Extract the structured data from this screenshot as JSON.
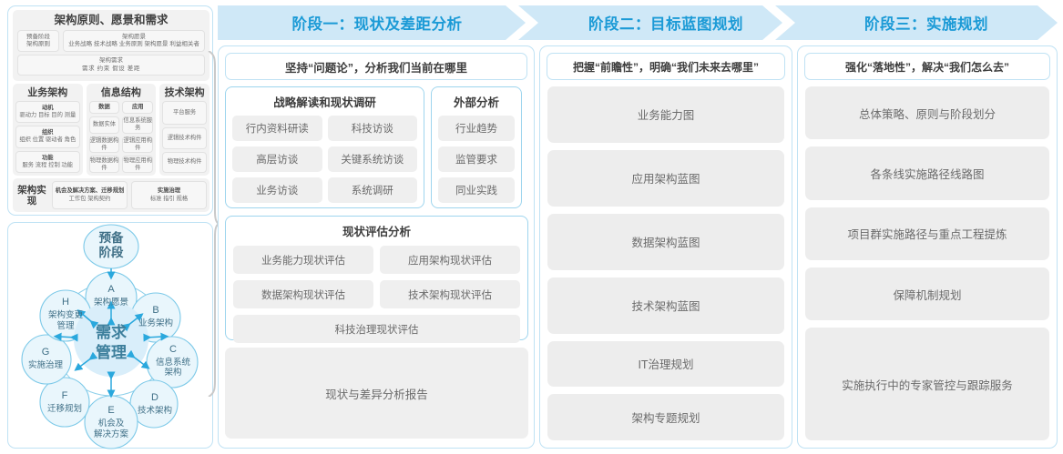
{
  "left_framework": {
    "title_block": {
      "heading": "架构原则、愿景和需求",
      "prep": {
        "line1": "预备阶段",
        "line2": "架构原则"
      },
      "vision": {
        "line1": "架构愿景",
        "line2": "业务战略 技术战略 业务原则 架构愿景 利益相关者"
      },
      "requirement": {
        "line1": "架构需求",
        "line2": "需求  约束  假设  差距"
      }
    },
    "columns": [
      {
        "title": "业务架构",
        "cells": [
          {
            "head": "动机",
            "body": "驱动力 目标 目的 测量"
          },
          {
            "head": "组织",
            "body": "组织 位置 驱动者 角色"
          },
          {
            "head": "功能",
            "body": "服务 流程 控制 功能"
          }
        ]
      },
      {
        "title": "信息结构",
        "sub": [
          {
            "head": "数据",
            "cells": [
              "数据实体",
              "逻辑数据构件",
              "物理数据构件"
            ]
          },
          {
            "head": "应用",
            "cells": [
              "信息系统服务",
              "逻辑应用构件",
              "物理应用构件"
            ]
          }
        ]
      },
      {
        "title": "技术架构",
        "cells": [
          "平台服务",
          "逻辑技术构件",
          "物理技术构件"
        ]
      }
    ],
    "realization": {
      "label": "架构实现",
      "items": [
        {
          "head": "机会及解决方案、迁移规划",
          "body": "工作包 架构契约"
        },
        {
          "head": "实施治理",
          "body": "标准 指引 规格"
        }
      ]
    }
  },
  "adm_cycle": {
    "preliminary": "预备阶段",
    "center": "需求管理",
    "nodes": [
      {
        "key": "A",
        "label": "架构愿景"
      },
      {
        "key": "B",
        "label": "业务架构"
      },
      {
        "key": "C",
        "label": "信息系统架构"
      },
      {
        "key": "D",
        "label": "技术架构"
      },
      {
        "key": "E",
        "label": "机会及解决方案"
      },
      {
        "key": "F",
        "label": "迁移规划"
      },
      {
        "key": "G",
        "label": "实施治理"
      },
      {
        "key": "H",
        "label": "架构变更管理"
      }
    ]
  },
  "phases": [
    {
      "header": "阶段一：现状及差距分析",
      "slogan": "坚持“问题论”，分析我们当前在哪里"
    },
    {
      "header": "阶段二：目标蓝图规划",
      "slogan": "把握“前瞻性”，明确“我们未来去哪里”"
    },
    {
      "header": "阶段三：实施规划",
      "slogan": "强化“落地性”，解决“我们怎么去”"
    }
  ],
  "phase1": {
    "strategy": {
      "title": "战略解读和现状调研",
      "items": [
        "行内资料研读",
        "科技访谈",
        "高层访谈",
        "关键系统访谈",
        "业务访谈",
        "系统调研"
      ]
    },
    "external": {
      "title": "外部分析",
      "items": [
        "行业趋势",
        "监管要求",
        "同业实践"
      ]
    },
    "assessment": {
      "title": "现状评估分析",
      "items": [
        "业务能力现状评估",
        "应用架构现状评估",
        "数据架构现状评估",
        "技术架构现状评估"
      ],
      "full_item": "科技治理现状评估"
    },
    "report": "现状与差异分析报告"
  },
  "phase2": {
    "items": [
      "业务能力图",
      "应用架构蓝图",
      "数据架构蓝图",
      "技术架构蓝图",
      "IT治理规划",
      "架构专题规划"
    ]
  },
  "phase3": {
    "items": [
      "总体策略、原则与阶段划分",
      "各条线实施路径线路图",
      "项目群实施路径与重点工程提炼",
      "保障机制规划",
      "实施执行中的专家管控与跟踪服务"
    ]
  },
  "colors": {
    "accent": "#1b9ad6",
    "band": "#cfe8f7",
    "panel_border": "#bfe2f4",
    "chip_bg": "#efefef",
    "node_fill": "#e6f4fb",
    "node_stroke": "#6cc3e8"
  }
}
